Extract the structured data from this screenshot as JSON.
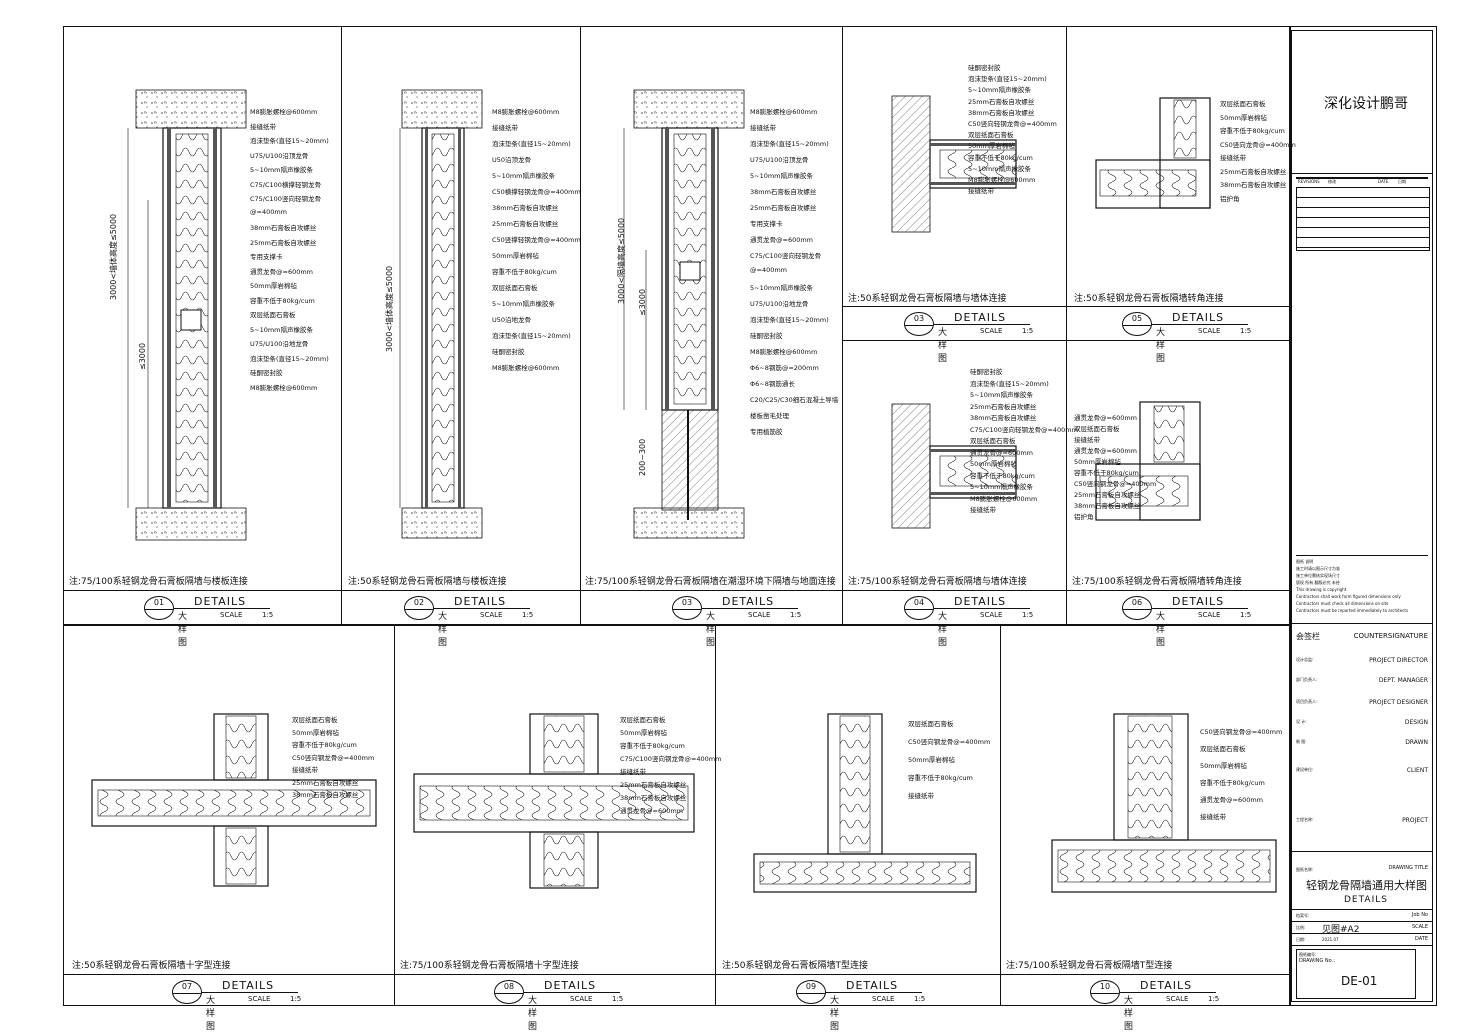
{
  "brand": "深化设计鹏哥",
  "details": [
    {
      "no": "01",
      "title": "DETAILS",
      "cn": "大样图",
      "scale_label": "SCALE",
      "scale": "1:5",
      "note": "注:75/100系轻钢龙骨石膏板隔墙与楼板连接"
    },
    {
      "no": "02",
      "title": "DETAILS",
      "cn": "大样图",
      "scale_label": "SCALE",
      "scale": "1:5",
      "note": "注:50系轻钢龙骨石膏板隔墙与楼板连接"
    },
    {
      "no": "03",
      "title": "DETAILS",
      "cn": "大样图",
      "scale_label": "SCALE",
      "scale": "1:5",
      "note": "注:75/100系轻钢龙骨石膏板隔墙在潮湿环境下隔墙与地面连接"
    },
    {
      "no": "03",
      "title": "DETAILS",
      "cn": "大样图",
      "scale_label": "SCALE",
      "scale": "1:5",
      "note": "注:50系轻钢龙骨石膏板隔墙与墙体连接"
    },
    {
      "no": "05",
      "title": "DETAILS",
      "cn": "大样图",
      "scale_label": "SCALE",
      "scale": "1:5",
      "note": "注:50系轻钢龙骨石膏板隔墙转角连接"
    },
    {
      "no": "04",
      "title": "DETAILS",
      "cn": "大样图",
      "scale_label": "SCALE",
      "scale": "1:5",
      "note": "注:75/100系轻钢龙骨石膏板隔墙与墙体连接"
    },
    {
      "no": "06",
      "title": "DETAILS",
      "cn": "大样图",
      "scale_label": "SCALE",
      "scale": "1:5",
      "note": "注:75/100系轻钢龙骨石膏板隔墙转角连接"
    },
    {
      "no": "07",
      "title": "DETAILS",
      "cn": "大样图",
      "scale_label": "SCALE",
      "scale": "1:5",
      "note": "注:50系轻钢龙骨石膏板隔墙十字型连接"
    },
    {
      "no": "08",
      "title": "DETAILS",
      "cn": "大样图",
      "scale_label": "SCALE",
      "scale": "1:5",
      "note": "注:75/100系轻钢龙骨石膏板隔墙十字型连接"
    },
    {
      "no": "09",
      "title": "DETAILS",
      "cn": "大样图",
      "scale_label": "SCALE",
      "scale": "1:5",
      "note": "注:50系轻钢龙骨石膏板隔墙T型连接"
    },
    {
      "no": "10",
      "title": "DETAILS",
      "cn": "大样图",
      "scale_label": "SCALE",
      "scale": "1:5",
      "note": "注:75/100系轻钢龙骨石膏板隔墙T型连接"
    }
  ],
  "callouts": {
    "d01": [
      "M8膨胀螺栓@600mm",
      "接缝纸带",
      "泡沫垫条(直径15~20mm)",
      "U75/U100沿顶龙骨",
      "5~10mm隔声橡胶条",
      "C75/C100横撑轻钢龙骨",
      "C75/C100竖向轻钢龙骨",
      "@=400mm",
      "38mm石膏板自攻螺丝",
      "25mm石膏板自攻螺丝",
      "专用支撑卡",
      "通贯龙骨@=600mm",
      "50mm厚岩棉毡",
      "容重不低于80kg/cum",
      "双层纸面石膏板",
      "5~10mm隔声橡胶条",
      "U75/U100沿地龙骨",
      "泡沫垫条(直径15~20mm)",
      "硅酮密封胶",
      "M8膨胀螺栓@600mm"
    ],
    "d01_dims": [
      "3000<墙体高度≤5000",
      "≤3000"
    ],
    "d02": [
      "M8膨胀螺栓@600mm",
      "接缝纸带",
      "泡沫垫条(直径15~20mm)",
      "U50沿顶龙骨",
      "5~10mm隔声橡胶条",
      "C50横撑轻钢龙骨@=400mm",
      "38mm石膏板自攻螺丝",
      "25mm石膏板自攻螺丝",
      "C50竖撑轻钢龙骨@=400mm",
      "50mm厚岩棉毡",
      "容重不低于80kg/cum",
      "双层纸面石膏板",
      "5~10mm隔声橡胶条",
      "U50沿地龙骨",
      "泡沫垫条(直径15~20mm)",
      "硅酮密封胶",
      "M8膨胀螺栓@600mm"
    ],
    "d02_dims": [
      "3000<墙体高度≤5000"
    ],
    "d03": [
      "M8膨胀螺栓@600mm",
      "接缝纸带",
      "泡沫垫条(直径15~20mm)",
      "U75/U100沿顶龙骨",
      "5~10mm隔声橡胶条",
      "38mm石膏板自攻螺丝",
      "25mm石膏板自攻螺丝",
      "专用支撑卡",
      "通贯龙骨@=600mm",
      "C75/C100竖向轻钢龙骨",
      "@=400mm",
      "5~10mm隔声橡胶条",
      "U75/U100沿地龙骨",
      "泡沫垫条(直径15~20mm)",
      "硅酮密封胶",
      "M8膨胀螺栓@600mm",
      "Φ6~8钢筋@=200mm",
      "Φ6~8钢筋通长",
      "C20/C25/C30细石混凝土导墙",
      "楼板凿毛处理",
      "专用植筋胶"
    ],
    "d03_dims": [
      "3000<隔墙高度≤5000",
      "≤3000",
      "200~300"
    ],
    "d04": [
      "硅酮密封胶",
      "泡沫垫条(直径15~20mm)",
      "5~10mm隔声橡胶条",
      "25mm石膏板自攻螺丝",
      "38mm石膏板自攻螺丝",
      "C50竖向轻钢龙骨@=400mm",
      "双层纸面石膏板",
      "50mm厚岩棉毡",
      "容重不低于80kg/cum",
      "5~10mm隔声橡胶条",
      "M8膨胀螺栓@600mm",
      "接缝纸带"
    ],
    "d05": [
      "双层纸面石膏板",
      "50mm厚岩棉毡",
      "容重不低于80kg/cum",
      "C50竖向龙骨@=400mm",
      "接缝纸带",
      "25mm石膏板自攻螺丝",
      "38mm石膏板自攻螺丝",
      "铝护角"
    ],
    "d06": [
      "硅酮密封胶",
      "泡沫垫条(直径15~20mm)",
      "5~10mm隔声橡胶条",
      "25mm石膏板自攻螺丝",
      "38mm石膏板自攻螺丝",
      "C75/C100竖向轻钢龙骨@=400mm",
      "双层纸面石膏板",
      "通贯龙骨@=600mm",
      "50mm厚岩棉毡",
      "容重不低于80kg/cum",
      "5~10mm隔声橡胶条",
      "M8膨胀螺栓@600mm",
      "接缝纸带"
    ],
    "d07": [
      "通贯龙骨@=600mm",
      "双层纸面石膏板",
      "接缝纸带",
      "通贯龙骨@=600mm",
      "50mm厚岩棉毡",
      "容重不低于80kg/cum",
      "C50竖向钢龙骨@=400mm",
      "25mm石膏板自攻螺丝",
      "38mm石膏板自攻螺丝",
      "铝护角"
    ],
    "d08": [
      "双层纸面石膏板",
      "50mm厚岩棉毡",
      "容重不低于80kg/cum",
      "C50竖向钢龙骨@=400mm",
      "接缝纸带",
      "25mm石膏板自攻螺丝",
      "38mm石膏板自攻螺丝"
    ],
    "d09": [
      "双层纸面石膏板",
      "50mm厚岩棉毡",
      "容重不低于80kg/cum",
      "C75/C100竖向钢龙骨@=400mm",
      "接缝纸带",
      "25mm石膏板自攻螺丝",
      "38mm石膏板自攻螺丝",
      "通贯龙骨@=600mm"
    ],
    "d10": [
      "双层纸面石膏板",
      "C50竖向钢龙骨@=400mm",
      "50mm厚岩棉毡",
      "容重不低于80kg/cum",
      "接缝纸带"
    ],
    "d11": [
      "C50竖向钢龙骨@=400mm",
      "双层纸面石膏板",
      "50mm厚岩棉毡",
      "容重不低于80kg/cum",
      "通贯龙骨@=600mm",
      "接缝纸带"
    ]
  },
  "titleblock": {
    "rev_head": [
      "REVISIONS",
      "修改",
      "DATE",
      "日期"
    ],
    "notes": [
      "图纸 说明",
      "施工时请以图示尺寸为准",
      "施工单位需核实现场尺寸",
      "版权 所有 翻版必究 未经",
      "This drawing is copyright",
      "Contractors shall work form figured dimensions only",
      "Contractors must check all dimensions on site",
      "Contractors must be reported immediately to architects"
    ],
    "countersign_cn": "会签栏",
    "countersign_en": "COUNTERSIGNATURE",
    "rows": [
      {
        "cn": "设计总监:",
        "en": "PROJECT DIRECTOR"
      },
      {
        "cn": "部门负责人:",
        "en": "DEPT. MANAGER"
      },
      {
        "cn": "项目负责人:",
        "en": "PROJECT DESIGNER"
      },
      {
        "cn": "设    计:",
        "en": "DESIGN"
      },
      {
        "cn": "制    图:",
        "en": "DRAWN"
      },
      {
        "cn": "建设单位:",
        "en": "CLIENT"
      },
      {
        "cn": "工程名称:",
        "en": "PROJECT"
      }
    ],
    "drawing_title_cn": "图纸名称:",
    "drawing_title_en": "DRAWING TITLE",
    "title": "轻钢龙骨隔墙通用大样图",
    "title_en": "DETAILS",
    "job_cn": "档案号:",
    "job_en": "Job No",
    "scale_cn": "比例:",
    "scale_val": "见图#A2",
    "scale_en": "SCALE",
    "date_cn": "日期:",
    "date_val": "2021.07",
    "date_en": "DATE",
    "dwgno_cn": "图纸编号:",
    "dwgno_en": "DRAWING No.:",
    "dwgno": "DE-01"
  }
}
